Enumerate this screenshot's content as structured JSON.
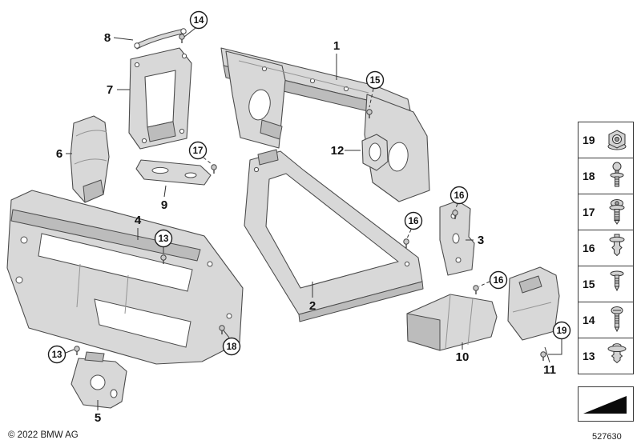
{
  "meta": {
    "copyright": "© 2022 BMW AG",
    "diagram_number": "527630"
  },
  "callouts": [
    {
      "label": "14",
      "circled": true
    },
    {
      "label": "8",
      "circled": false
    },
    {
      "label": "1",
      "circled": false
    },
    {
      "label": "15",
      "circled": true
    },
    {
      "label": "7",
      "circled": false
    },
    {
      "label": "12",
      "circled": false
    },
    {
      "label": "17",
      "circled": true
    },
    {
      "label": "6",
      "circled": false
    },
    {
      "label": "16",
      "circled": true
    },
    {
      "label": "9",
      "circled": false
    },
    {
      "label": "16",
      "circled": true
    },
    {
      "label": "3",
      "circled": false
    },
    {
      "label": "4",
      "circled": false
    },
    {
      "label": "13",
      "circled": true
    },
    {
      "label": "2",
      "circled": false
    },
    {
      "label": "16",
      "circled": true
    },
    {
      "label": "18",
      "circled": true
    },
    {
      "label": "13",
      "circled": true
    },
    {
      "label": "10",
      "circled": false
    },
    {
      "label": "19",
      "circled": true
    },
    {
      "label": "11",
      "circled": false
    },
    {
      "label": "5",
      "circled": false
    }
  ],
  "legend": {
    "rows": [
      {
        "number": "19",
        "icon": "flange-nut-icon"
      },
      {
        "number": "18",
        "icon": "ball-stud-icon"
      },
      {
        "number": "17",
        "icon": "torx-screw-icon"
      },
      {
        "number": "16",
        "icon": "expansion-rivet-icon"
      },
      {
        "number": "15",
        "icon": "blind-rivet-icon"
      },
      {
        "number": "14",
        "icon": "screw-icon"
      },
      {
        "number": "13",
        "icon": "push-clip-icon"
      }
    ]
  },
  "colors": {
    "part_fill": "#d8d8d8",
    "outline": "#4c4c4c",
    "background": "#ffffff"
  }
}
